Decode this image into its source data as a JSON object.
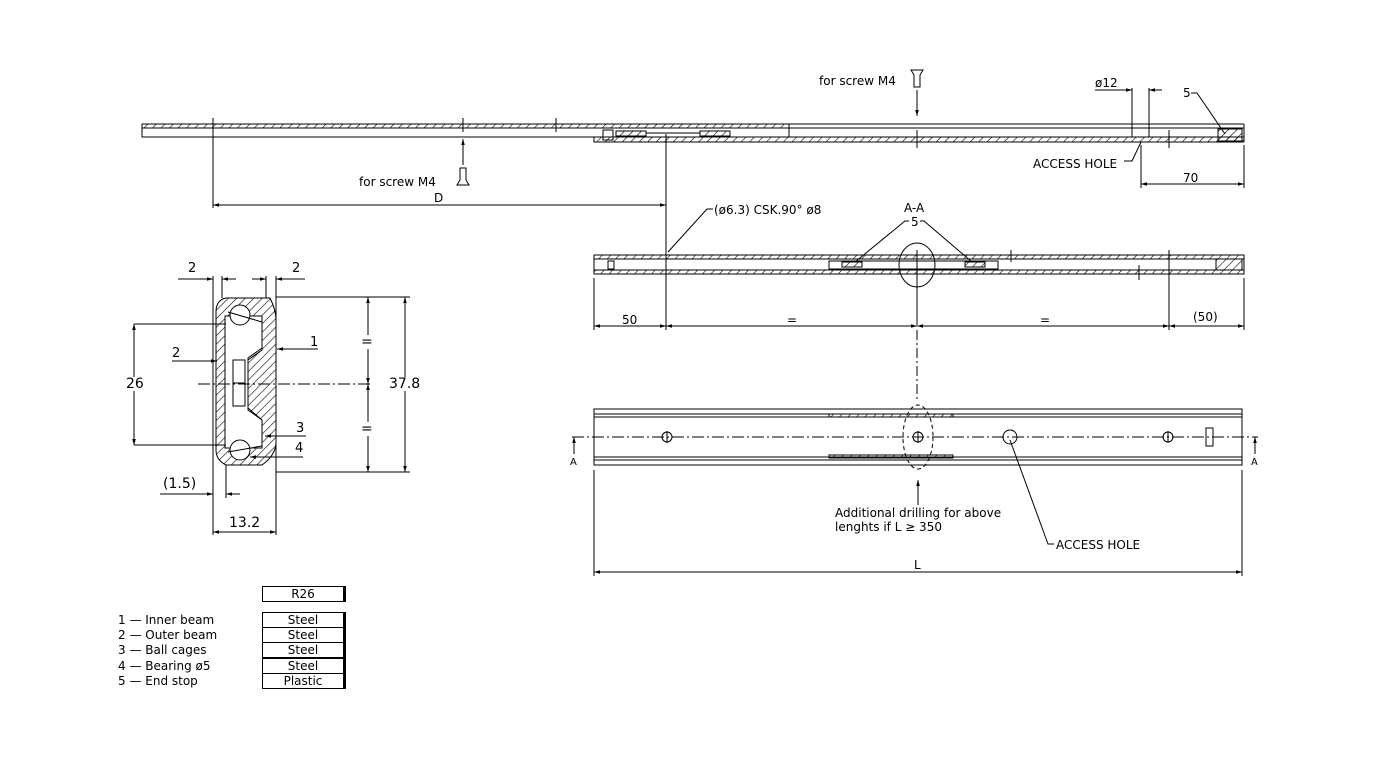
{
  "drawing": {
    "title": "Ball bearing slide R26 technical drawing",
    "top_view": {
      "screw_note_left": "for screw M4",
      "screw_note_right": "for screw M4",
      "dim_D": "D",
      "dim_hole_dia": "ø12",
      "dim_70": "70",
      "access_hole": "ACCESS HOLE",
      "item_5": "5"
    },
    "section_view": {
      "countersink_note": "(ø6.3)  CSK.90°  ø8",
      "section_label": "A-A",
      "item_5": "5",
      "dim_50": "50",
      "dim_eq_left": "=",
      "dim_eq_right": "=",
      "dim_50_ref": "(50)"
    },
    "plan_view": {
      "section_mark_left": "A",
      "section_mark_right": "A",
      "drilling_note_line1": "Additional  drilling  for  above",
      "drilling_note_line2": "lenghts  if  L  ≥  350",
      "access_hole": "ACCESS HOLE",
      "dim_L": "L"
    },
    "cross_section": {
      "dim_top_left": "2",
      "dim_top_right": "2",
      "dim_mid_left": "2",
      "dim_26": "26",
      "dim_37_8": "37.8",
      "dim_1_5": "(1.5)",
      "dim_13_2": "13.2",
      "eq_top": "=",
      "eq_bottom": "=",
      "callout_1": "1",
      "callout_3": "3",
      "callout_4": "4"
    },
    "materials": {
      "model": "R26",
      "items": [
        {
          "label": "1  —  Inner beam",
          "material": "Steel"
        },
        {
          "label": "2  —  Outer beam",
          "material": "Steel"
        },
        {
          "label": "3  —  Ball cages",
          "material": "Steel"
        },
        {
          "label": "4  —  Bearing ø5",
          "material": "Steel"
        },
        {
          "label": "5  —  End stop",
          "material": "Plastic"
        }
      ]
    }
  }
}
